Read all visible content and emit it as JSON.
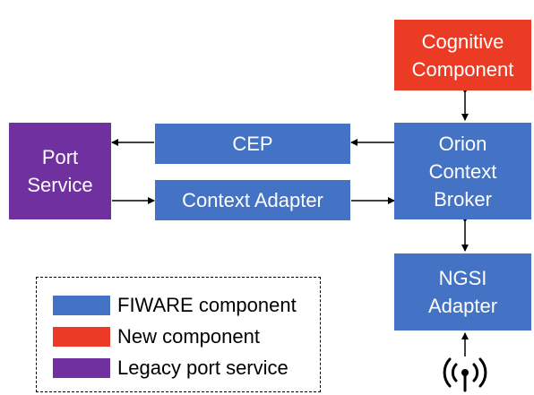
{
  "colors": {
    "fiware": "#4472C4",
    "new": "#EB3B24",
    "legacy": "#7030A0"
  },
  "boxes": {
    "cognitive": [
      "Cognitive",
      "Component"
    ],
    "orion": [
      "Orion",
      "Context",
      "Broker"
    ],
    "cep": [
      "CEP"
    ],
    "context_adapter": [
      "Context Adapter"
    ],
    "port_service": [
      "Port",
      "Service"
    ],
    "ngsi_adapter": [
      "NGSI",
      "Adapter"
    ]
  },
  "legend": [
    {
      "label": "FIWARE component",
      "color_key": "fiware"
    },
    {
      "label": "New component",
      "color_key": "new"
    },
    {
      "label": "Legacy port service",
      "color_key": "legacy"
    }
  ],
  "icons": {
    "sensor": "antenna-icon"
  }
}
